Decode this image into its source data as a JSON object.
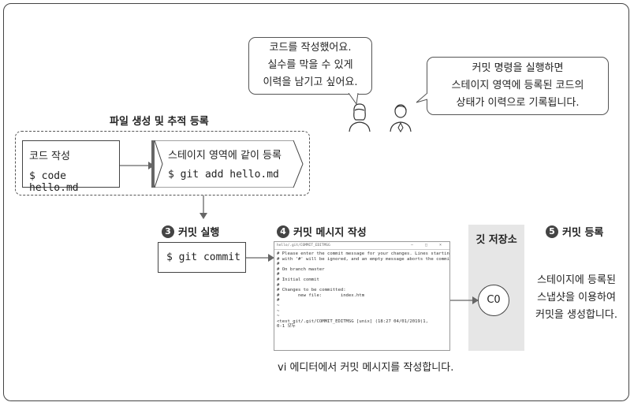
{
  "speech_left": [
    "코드를 작성했어요.",
    "실수를 막을 수 있게",
    "이력을 남기고 싶어요."
  ],
  "speech_right": [
    "커밋 명령을 실행하면",
    "스테이지 영역에 등록된 코드의",
    "상태가 이력으로 기록됩니다."
  ],
  "group_title": "파일 생성 및 추적 등록",
  "code_box": {
    "title": "코드 작성",
    "command": "$ code hello.md"
  },
  "stage_box": {
    "title": "스테이지 영역에 같이 등록",
    "command": "$ git add hello.md"
  },
  "step3": {
    "number": "3",
    "label": "커밋 실행",
    "command": "$ git commit"
  },
  "step4": {
    "number": "4",
    "label": "커밋 메시지 작성",
    "caption": "vi 에디터에서 커밋 메시지를 작성합니다."
  },
  "step5": {
    "number": "5",
    "label": "커밋 등록",
    "description": [
      "스테이지에 등록된",
      "스냅샷을 이용하여",
      "커밋을 생성합니다."
    ]
  },
  "repo": {
    "title": "깃 저장소",
    "commit_node": "C0"
  },
  "vi_window": {
    "title": "hello/.git/COMMIT_EDITMSG",
    "lines": [
      "# Please enter the commit message for your changes. Lines starting",
      "# with '#' will be ignored, and an empty message aborts the commit.",
      "#",
      "# On branch master",
      "#",
      "# Initial commit",
      "#",
      "# Changes to be committed:",
      "#       new file:       index.htm",
      "#",
      "~",
      "~",
      "~",
      "<test_git/.git/COMMIT_EDITMSG [unix] (18:27 04/01/2019)1,",
      "0-1 모두"
    ]
  }
}
